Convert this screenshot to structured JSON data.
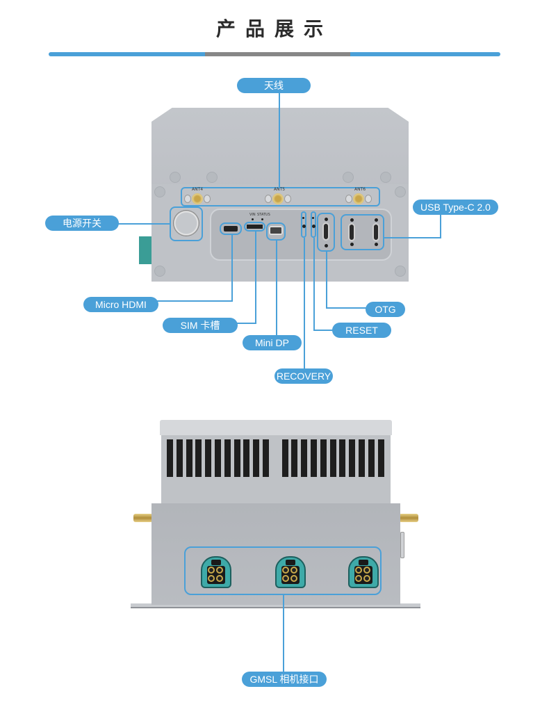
{
  "header": {
    "title": "产品展示",
    "accent_color": "#4aa0d8",
    "divider_middle_color": "#878787"
  },
  "top_view": {
    "antenna_labels": [
      "ANT4",
      "ANT5",
      "ANT6"
    ],
    "led_labels": [
      "VIN",
      "STATUS"
    ],
    "callouts": {
      "antenna": "天线",
      "power_switch": "电源开关",
      "usb_type_c": "USB Type-C 2.0",
      "micro_hdmi": "Micro HDMI",
      "sim_slot": "SIM 卡槽",
      "mini_dp": "Mini DP",
      "recovery": "RECOVERY",
      "otg": "OTG",
      "reset": "RESET"
    }
  },
  "bottom_view": {
    "callouts": {
      "gmsl": "GMSL 相机接口"
    }
  }
}
